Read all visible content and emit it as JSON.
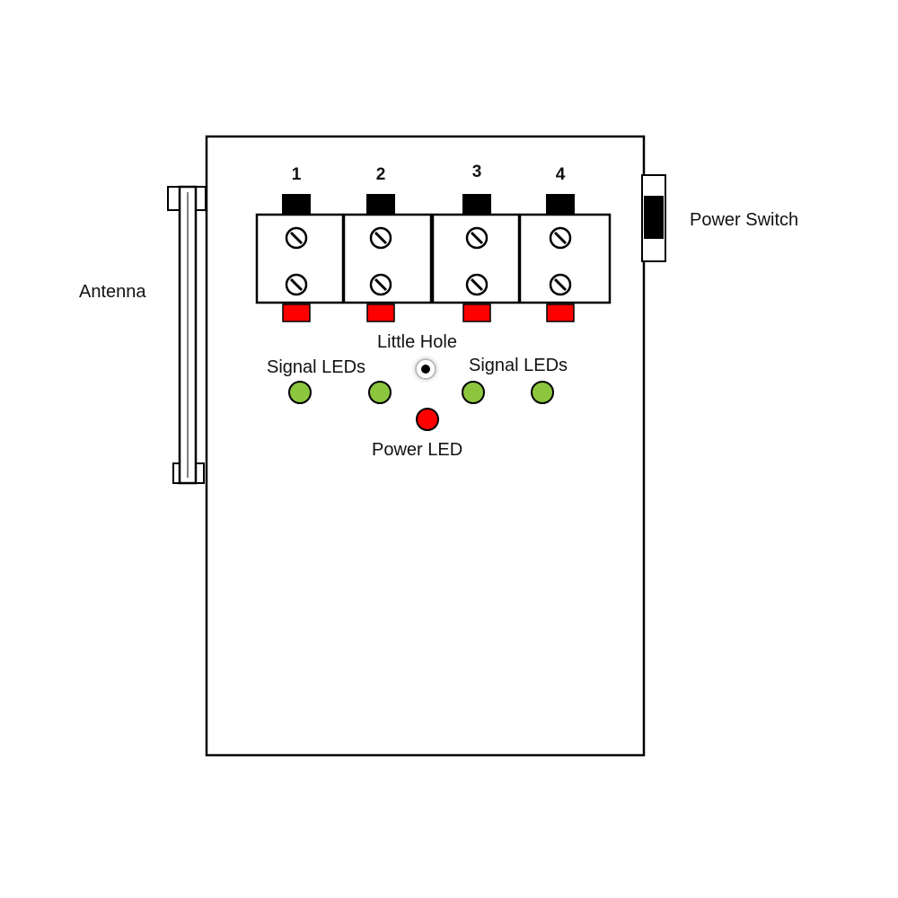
{
  "labels": {
    "antenna": "Antenna",
    "power_switch": "Power Switch",
    "little_hole": "Little Hole",
    "signal_leds_left": "Signal LEDs",
    "signal_leds_right": "Signal LEDs",
    "power_led": "Power LED"
  },
  "terminals": [
    {
      "number": "1"
    },
    {
      "number": "2"
    },
    {
      "number": "3"
    },
    {
      "number": "4"
    }
  ],
  "colors": {
    "outline": "#000000",
    "signal_led": "#8cc63f",
    "power_led": "#ff0000",
    "terminal_tab_top": "#000000",
    "terminal_tab_bottom": "#ff0000"
  }
}
